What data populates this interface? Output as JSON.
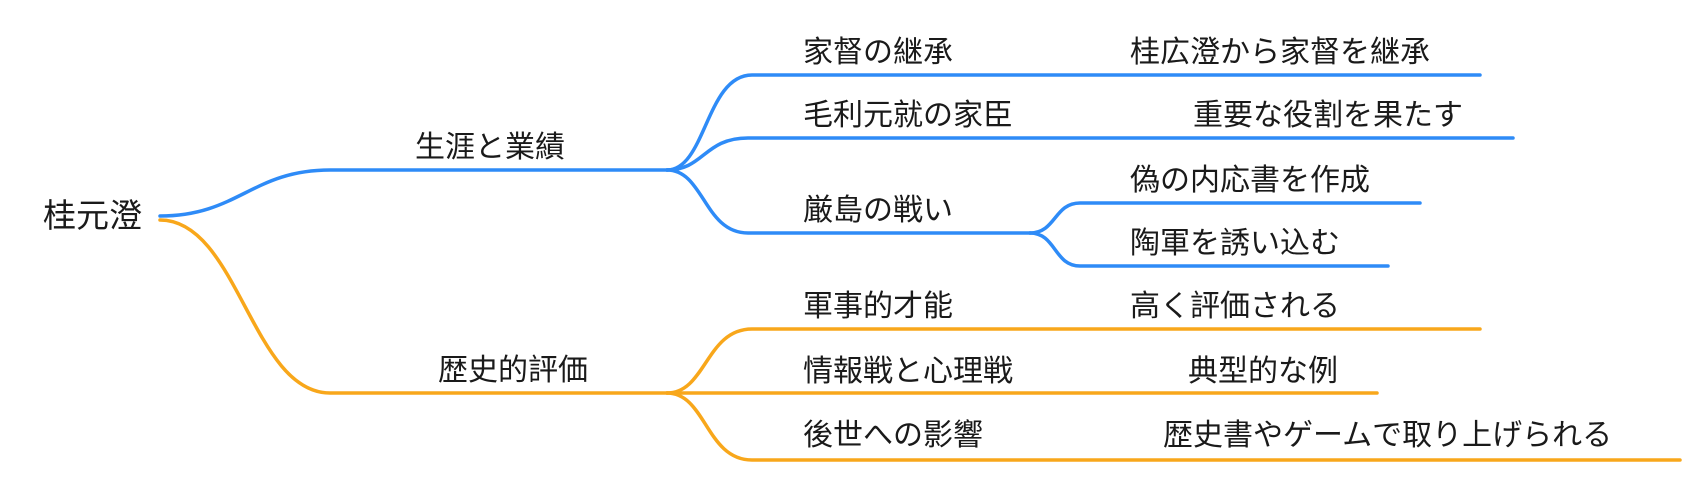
{
  "diagram": {
    "type": "mindmap",
    "colors": {
      "top_branch": "#2e8bf7",
      "bottom_branch": "#f8a71b",
      "text": "#1a1a1a",
      "background": "#ffffff"
    },
    "root": {
      "label": "桂元澄"
    },
    "branches": [
      {
        "label": "生涯と業績",
        "color": "#2e8bf7",
        "children": [
          {
            "label": "家督の継承",
            "children": [
              {
                "label": "桂広澄から家督を継承"
              }
            ]
          },
          {
            "label": "毛利元就の家臣",
            "children": [
              {
                "label": "重要な役割を果たす"
              }
            ]
          },
          {
            "label": "厳島の戦い",
            "children": [
              {
                "label": "偽の内応書を作成"
              },
              {
                "label": "陶軍を誘い込む"
              }
            ]
          }
        ]
      },
      {
        "label": "歴史的評価",
        "color": "#f8a71b",
        "children": [
          {
            "label": "軍事的才能",
            "children": [
              {
                "label": "高く評価される"
              }
            ]
          },
          {
            "label": "情報戦と心理戦",
            "children": [
              {
                "label": "典型的な例"
              }
            ]
          },
          {
            "label": "後世への影響",
            "children": [
              {
                "label": "歴史書やゲームで取り上げられる"
              }
            ]
          }
        ]
      }
    ]
  }
}
